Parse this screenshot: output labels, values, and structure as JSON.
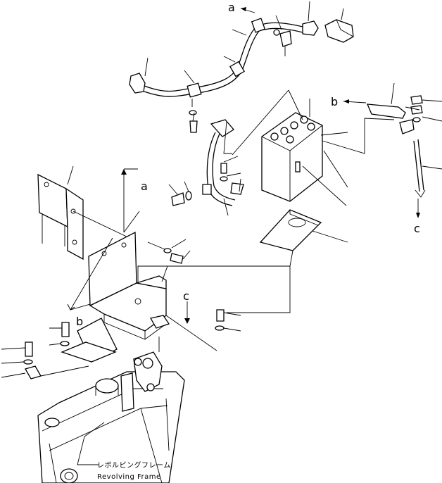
{
  "callouts": {
    "a_top": "a",
    "a_mid": "a",
    "b_right": "b",
    "b_left": "b",
    "c_right": "c",
    "c_mid": "c"
  },
  "caption": {
    "japanese": "レボルビングフレーム",
    "english": "Revolving Frame"
  },
  "colors": {
    "line": "#000000",
    "background": "#ffffff"
  }
}
